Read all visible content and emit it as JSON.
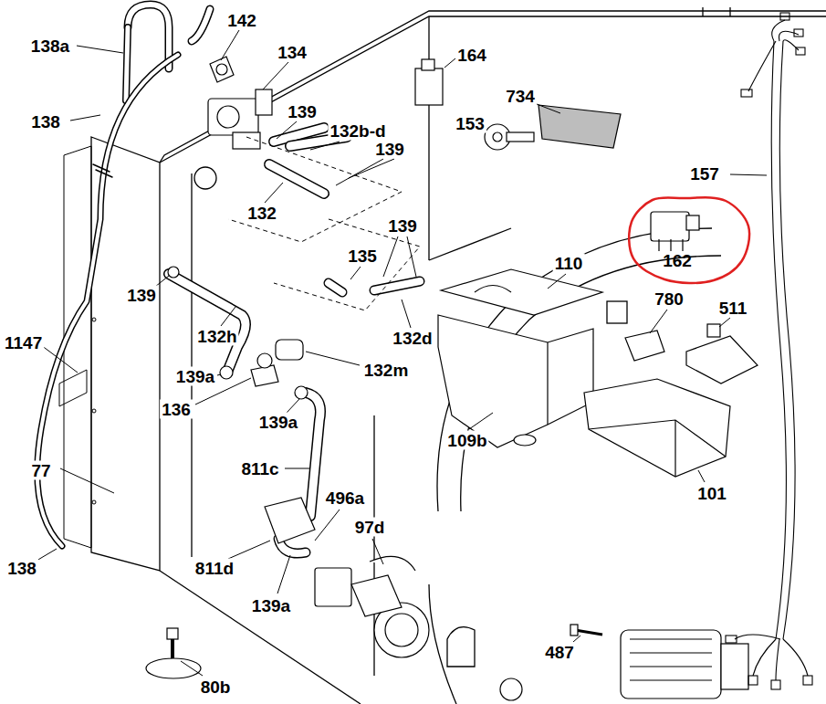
{
  "diagram": {
    "nodes": [
      {
        "text": [
          "162"
        ]
      }
    ],
    "labels": [
      "142",
      "134",
      "138a",
      "138",
      "164",
      "139",
      "132b-d",
      "139",
      "734",
      "153",
      "157",
      "132",
      "139",
      "135",
      "110",
      "139",
      "780",
      "511",
      "132h",
      "132d",
      "1147",
      "132m",
      "139a",
      "136",
      "139a",
      "109b",
      "77",
      "811c",
      "101",
      "496a",
      "97d",
      "811d",
      "138",
      "139a",
      "487",
      "80b"
    ]
  }
}
